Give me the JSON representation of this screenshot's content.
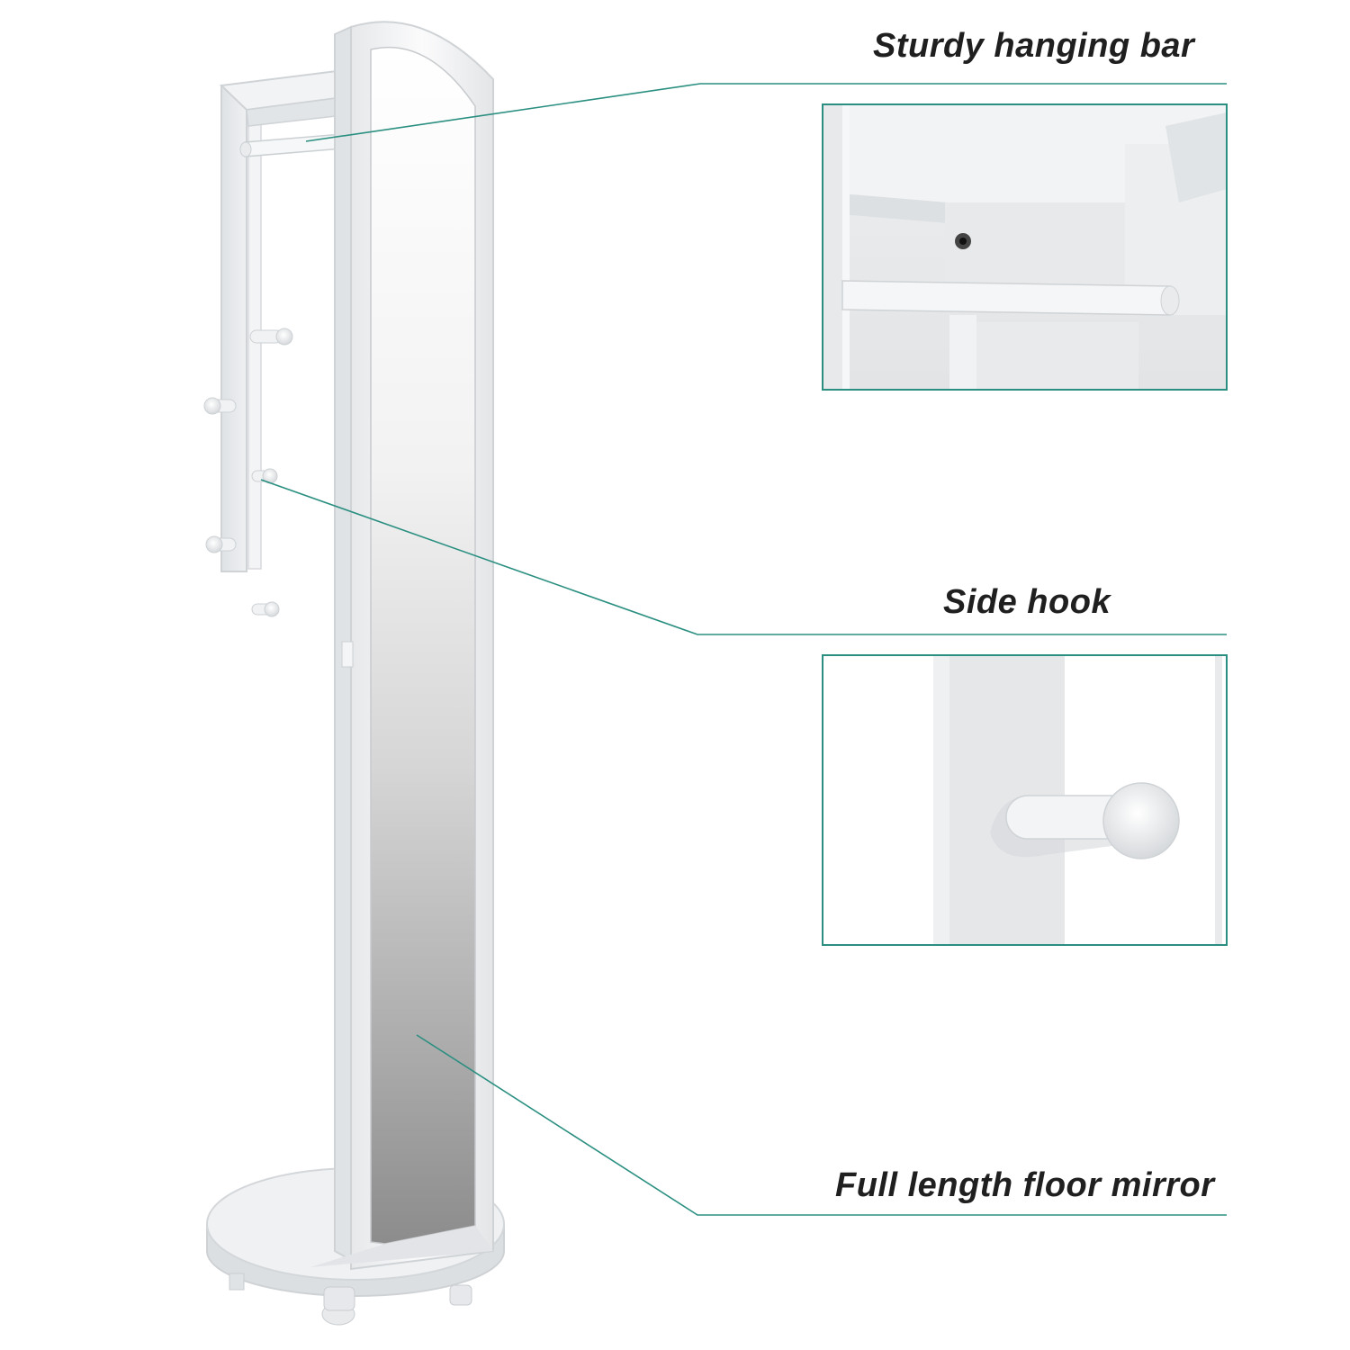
{
  "callouts": {
    "hanging_bar": "Sturdy hanging bar",
    "side_hook": "Side hook",
    "floor_mirror": "Full length floor mirror"
  },
  "colors": {
    "accent_line": "#2a8f80",
    "frame_white": "#f5f6f7",
    "frame_edge": "#d3d6d9",
    "mirror_light": "#d8d8d8",
    "mirror_dark": "#8e8e8e",
    "label_text": "#1f1f1f"
  }
}
